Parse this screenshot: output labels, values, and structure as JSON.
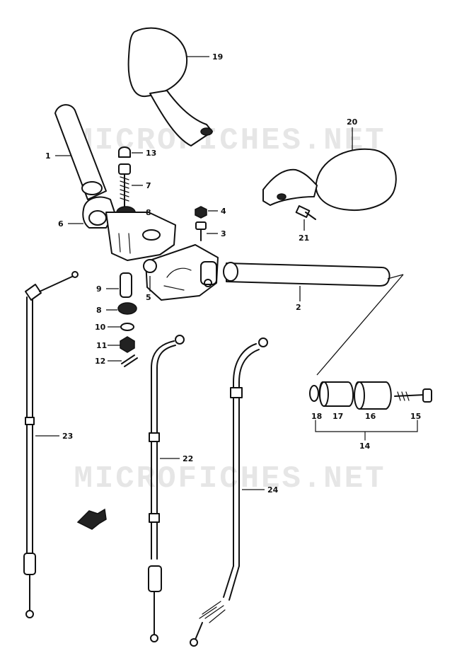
{
  "watermark": "MICROFICHES.NET",
  "callouts": [
    "1",
    "2",
    "3",
    "4",
    "5",
    "6",
    "7",
    "8",
    "8",
    "9",
    "10",
    "11",
    "12",
    "13",
    "14",
    "15",
    "16",
    "17",
    "18",
    "19",
    "20",
    "21",
    "22",
    "23",
    "24"
  ]
}
